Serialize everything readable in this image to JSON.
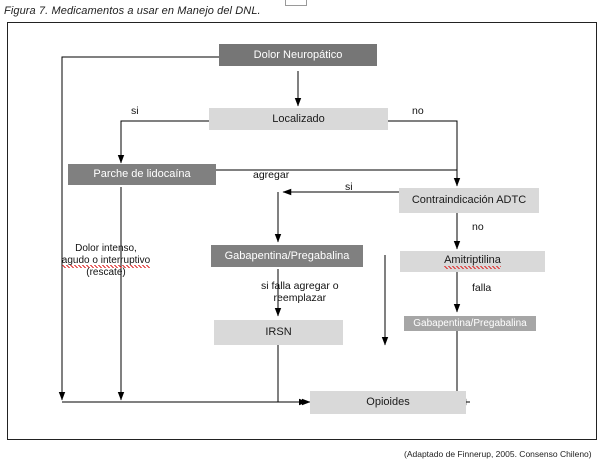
{
  "figure": {
    "caption": "Figura 7. Medicamentos a usar en Manejo del DNL.",
    "footnote": "(Adaptado de Finnerup, 2005. Consenso Chileno)",
    "footnote_misspelled_word": "Finnerup"
  },
  "colors": {
    "node_dark": "#767676",
    "node_mid": "#808080",
    "node_midlight": "#a6a6a6",
    "node_light": "#d9d9d9",
    "line": "#000000",
    "frame": "#222222",
    "spellcheck_underline": "#e03131"
  },
  "nodes": {
    "dolor_neuropatico": "Dolor Neuropático",
    "localizado": "Localizado",
    "parche_lidocaina": "Parche de lidocaína",
    "contraindicacion_adtc": "Contraindicación ADTC",
    "gabapentina_pregabalina_left": "Gabapentina/Pregabalina",
    "amitriptilina": "Amitriptilina",
    "irsn": "IRSN",
    "gabapentina_pregabalina_right": "Gabapentina/Pregabalina",
    "opioides": "Opioides"
  },
  "edge_labels": {
    "si_left": "si",
    "no_right": "no",
    "agregar": "agregar",
    "si_adtc": "si",
    "no_adtc": "no",
    "si_falla": "si falla agregar o\nreemplazar",
    "falla": "falla"
  },
  "notes": {
    "rescate_line1": "Dolor intenso,",
    "rescate_line2": "agudo o interruptivo",
    "rescate_line3": "(rescate)",
    "rescate_misspelled_word": "interruptivo"
  }
}
